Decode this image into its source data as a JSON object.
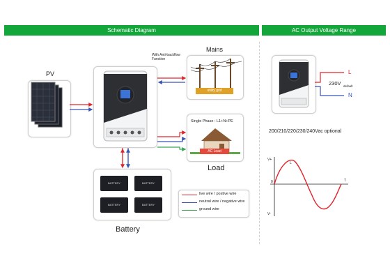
{
  "headers": {
    "left": "Schematic Diagram",
    "right": "AC Output Voltage Range"
  },
  "labels": {
    "pv": "PV",
    "mains": "Mains",
    "anti_backflow": "With Anti-backflow\nFunction",
    "utility_grid": "utility grid",
    "single_phase": "Single Phase : L1+N+PE",
    "ac_load": "AC Load",
    "load": "Load",
    "battery": "Battery",
    "battery_tag": "BATTERY"
  },
  "legend": [
    {
      "text": "live wire / postive wire",
      "color": "#e0242b"
    },
    {
      "text": "neutral wire / negative wire",
      "color": "#3a55b4"
    },
    {
      "text": "ground wire",
      "color": "#34a853"
    }
  ],
  "ac_output": {
    "L": "L",
    "N": "N",
    "voltage": "230V",
    "default": "default",
    "optional": "200/210/220/230/240Vac optional"
  },
  "waveform": {
    "v_plus": "V+",
    "v_minus": "V-",
    "zero": "0",
    "t": "T",
    "l": "L"
  },
  "colors": {
    "accent_green": "#13a63a",
    "live": "#e0242b",
    "neutral": "#3a55b4",
    "ground": "#34a853"
  }
}
